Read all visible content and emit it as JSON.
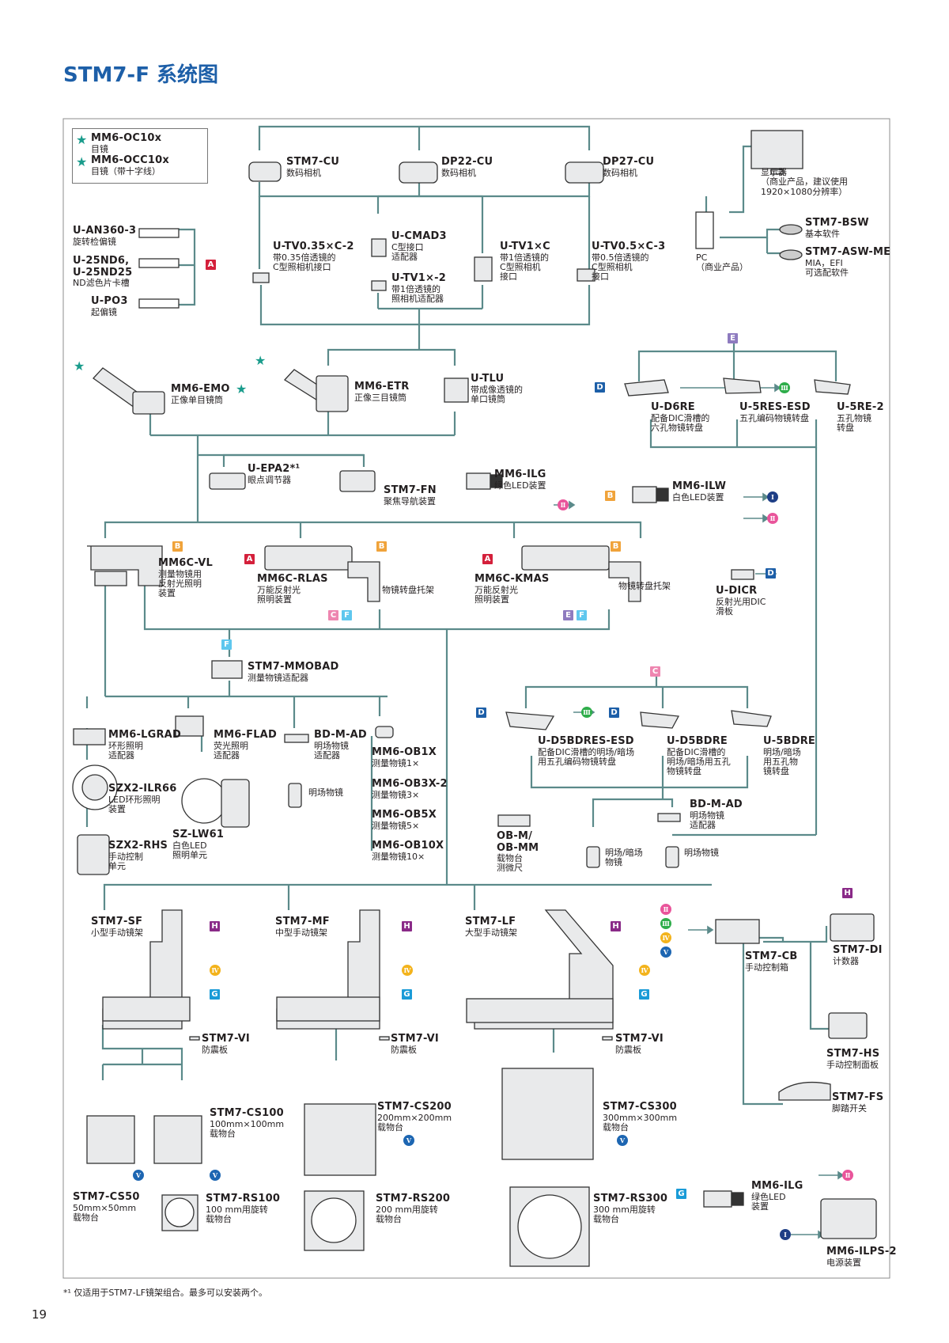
{
  "page": {
    "title": "STM7-F 系统图",
    "page_number": "19",
    "footnote": "*¹ 仅适用于STM7-LF镜架组合。最多可以安装两个。"
  },
  "colors": {
    "line": "#5b8a8a",
    "title": "#1d5fa8",
    "A": "#d4203b",
    "B": "#f0a33a",
    "C": "#ee86b0",
    "D": "#1d5fa8",
    "E": "#8e7bbf",
    "F": "#5fc7ee",
    "G": "#1a9bd7",
    "H": "#8a2a88",
    "circle_I": "#1f3f86",
    "circle_II": "#e9559b",
    "circle_III": "#2ead4a",
    "circle_IV": "#f3b31c",
    "circle_V": "#1d66b2",
    "star": "#1a9c8c"
  },
  "badges": {
    "A": "A",
    "B": "B",
    "C": "C",
    "D": "D",
    "E": "E",
    "F": "F",
    "G": "G",
    "H": "H"
  },
  "circles": {
    "I": "Ⅰ",
    "II": "Ⅱ",
    "III": "Ⅲ",
    "IV": "Ⅳ",
    "V": "Ⅴ"
  },
  "legend": [
    {
      "name": "MM6-OC10x",
      "desc": "目镜"
    },
    {
      "name": "MM6-OCC10x",
      "desc": "目镜（带十字线）"
    }
  ],
  "items": {
    "stm7_cu": {
      "name": "STM7-CU",
      "desc": "数码相机"
    },
    "dp22_cu": {
      "name": "DP22-CU",
      "desc": "数码相机"
    },
    "dp27_cu": {
      "name": "DP27-CU",
      "desc": "数码相机"
    },
    "monitor": {
      "desc": "显示器\n（商业产品，建议使用\n1920×1080分辨率）"
    },
    "pc": {
      "desc": "PC\n（商业产品）"
    },
    "stm7_bsw": {
      "name": "STM7-BSW",
      "desc": "基本软件"
    },
    "stm7_asw": {
      "name": "STM7-ASW-ME",
      "desc": "MIA，EFI\n可选配软件"
    },
    "u_an360": {
      "name": "U-AN360-3",
      "desc": "旋转检偏镜"
    },
    "u_25nd": {
      "name": "U-25ND6,\nU-25ND25",
      "desc": "ND滤色片卡槽"
    },
    "u_po3": {
      "name": "U-PO3",
      "desc": "起偏镜"
    },
    "u_tv035": {
      "name": "U-TV0.35×C-2",
      "desc": "带0.35倍透镜的\nC型照相机接口"
    },
    "u_cmad3": {
      "name": "U-CMAD3",
      "desc": "C型接口\n适配器"
    },
    "u_tv1x2": {
      "name": "U-TV1×-2",
      "desc": "带1倍透镜的\n照相机适配器"
    },
    "u_tv1xc": {
      "name": "U-TV1×C",
      "desc": "带1倍透镜的\nC型照相机\n接口"
    },
    "u_tv05": {
      "name": "U-TV0.5×C-3",
      "desc": "带0.5倍透镜的\nC型照相机\n接口"
    },
    "mm6_emo": {
      "name": "MM6-EMO",
      "desc": "正像单目镜筒"
    },
    "mm6_etr": {
      "name": "MM6-ETR",
      "desc": "正像三目镜筒"
    },
    "u_tlu": {
      "name": "U-TLU",
      "desc": "带成像透镜的\n单口镜筒"
    },
    "u_d6re": {
      "name": "U-D6RE",
      "desc": "配备DIC滑槽的\n六孔物镜转盘"
    },
    "u_5res": {
      "name": "U-5RES-ESD",
      "desc": "五孔编码物镜转盘"
    },
    "u_5re2": {
      "name": "U-5RE-2",
      "desc": "五孔物镜\n转盘"
    },
    "u_epa2": {
      "name": "U-EPA2*¹",
      "desc": "眼点调节器"
    },
    "stm7_fn": {
      "name": "STM7-FN",
      "desc": "聚焦导航装置"
    },
    "mm6_ilg_top": {
      "name": "MM6-ILG",
      "desc": "绿色LED装置"
    },
    "mm6_ilw": {
      "name": "MM6-ILW",
      "desc": "白色LED装置"
    },
    "mm6c_vl": {
      "name": "MM6C-VL",
      "desc": "测量物镜用\n反射光照明\n装置"
    },
    "mm6c_rlas": {
      "name": "MM6C-RLAS",
      "desc": "万能反射光\n照明装置"
    },
    "holder1": {
      "desc": "物镜转盘托架"
    },
    "mm6c_kmas": {
      "name": "MM6C-KMAS",
      "desc": "万能反射光\n照明装置"
    },
    "holder2": {
      "desc": "物镜转盘托架"
    },
    "u_dicr": {
      "name": "U-DICR",
      "desc": "反射光用DIC\n滑板"
    },
    "stm7_mmobad": {
      "name": "STM7-MMOBAD",
      "desc": "测量物镜适配器"
    },
    "mm6_lgrad": {
      "name": "MM6-LGRAD",
      "desc": "环形照明\n适配器"
    },
    "mm6_flad": {
      "name": "MM6-FLAD",
      "desc": "荧光照明\n适配器"
    },
    "bd_m_ad1": {
      "name": "BD-M-AD",
      "desc": "明场物镜\n适配器"
    },
    "bf_obj1": {
      "desc": "明场物镜"
    },
    "mm6_ob1x": {
      "name": "MM6-OB1X",
      "desc": "测量物镜1×"
    },
    "mm6_ob3x": {
      "name": "MM6-OB3X-2",
      "desc": "测量物镜3×"
    },
    "mm6_ob5x": {
      "name": "MM6-OB5X",
      "desc": "测量物镜5×"
    },
    "mm6_ob10x": {
      "name": "MM6-OB10X",
      "desc": "测量物镜10×"
    },
    "szx2_ilr66": {
      "name": "SZX2-ILR66",
      "desc": "LED环形照明\n装置"
    },
    "sz_lw61": {
      "name": "SZ-LW61",
      "desc": "白色LED\n照明单元"
    },
    "szx2_rhs": {
      "name": "SZX2-RHS",
      "desc": "手动控制\n单元"
    },
    "u_d5bdres": {
      "name": "U-D5BDRES-ESD",
      "desc": "配备DIC滑槽的明场/暗场\n用五孔编码物镜转盘"
    },
    "u_d5bdre": {
      "name": "U-D5BDRE",
      "desc": "配备DIC滑槽的\n明场/暗场用五孔\n物镜转盘"
    },
    "u_5bdre": {
      "name": "U-5BDRE",
      "desc": "明场/暗场\n用五孔物\n镜转盘"
    },
    "ob_m": {
      "name": "OB-M/\nOB-MM",
      "desc": "载物台\n测微尺"
    },
    "bd_m_ad2": {
      "name": "BD-M-AD",
      "desc": "明场物镜\n适配器"
    },
    "bfdf_obj": {
      "desc": "明场/暗场\n物镜"
    },
    "bf_obj2": {
      "desc": "明场物镜"
    },
    "stm7_sf": {
      "name": "STM7-SF",
      "desc": "小型手动镜架"
    },
    "stm7_mf": {
      "name": "STM7-MF",
      "desc": "中型手动镜架"
    },
    "stm7_lf": {
      "name": "STM7-LF",
      "desc": "大型手动镜架"
    },
    "stm7_cb": {
      "name": "STM7-CB",
      "desc": "手动控制箱"
    },
    "stm7_di": {
      "name": "STM7-DI",
      "desc": "计数器"
    },
    "stm7_vi1": {
      "name": "STM7-VI",
      "desc": "防震板"
    },
    "stm7_vi2": {
      "name": "STM7-VI",
      "desc": "防震板"
    },
    "stm7_vi3": {
      "name": "STM7-VI",
      "desc": "防震板"
    },
    "stm7_hs": {
      "name": "STM7-HS",
      "desc": "手动控制面板"
    },
    "stm7_fs": {
      "name": "STM7-FS",
      "desc": "脚踏开关"
    },
    "stm7_cs100": {
      "name": "STM7-CS100",
      "desc": "100mm×100mm\n载物台"
    },
    "stm7_cs50": {
      "name": "STM7-CS50",
      "desc": "50mm×50mm\n载物台"
    },
    "stm7_rs100": {
      "name": "STM7-RS100",
      "desc": "100 mm用旋转\n载物台"
    },
    "stm7_cs200": {
      "name": "STM7-CS200",
      "desc": "200mm×200mm\n载物台"
    },
    "stm7_rs200": {
      "name": "STM7-RS200",
      "desc": "200 mm用旋转\n载物台"
    },
    "stm7_cs300": {
      "name": "STM7-CS300",
      "desc": "300mm×300mm\n载物台"
    },
    "stm7_rs300": {
      "name": "STM7-RS300",
      "desc": "300 mm用旋转\n载物台"
    },
    "mm6_ilg_bot": {
      "name": "MM6-ILG",
      "desc": "绿色LED\n装置"
    },
    "mm6_ilps2": {
      "name": "MM6-ILPS-2",
      "desc": "电源装置"
    }
  }
}
